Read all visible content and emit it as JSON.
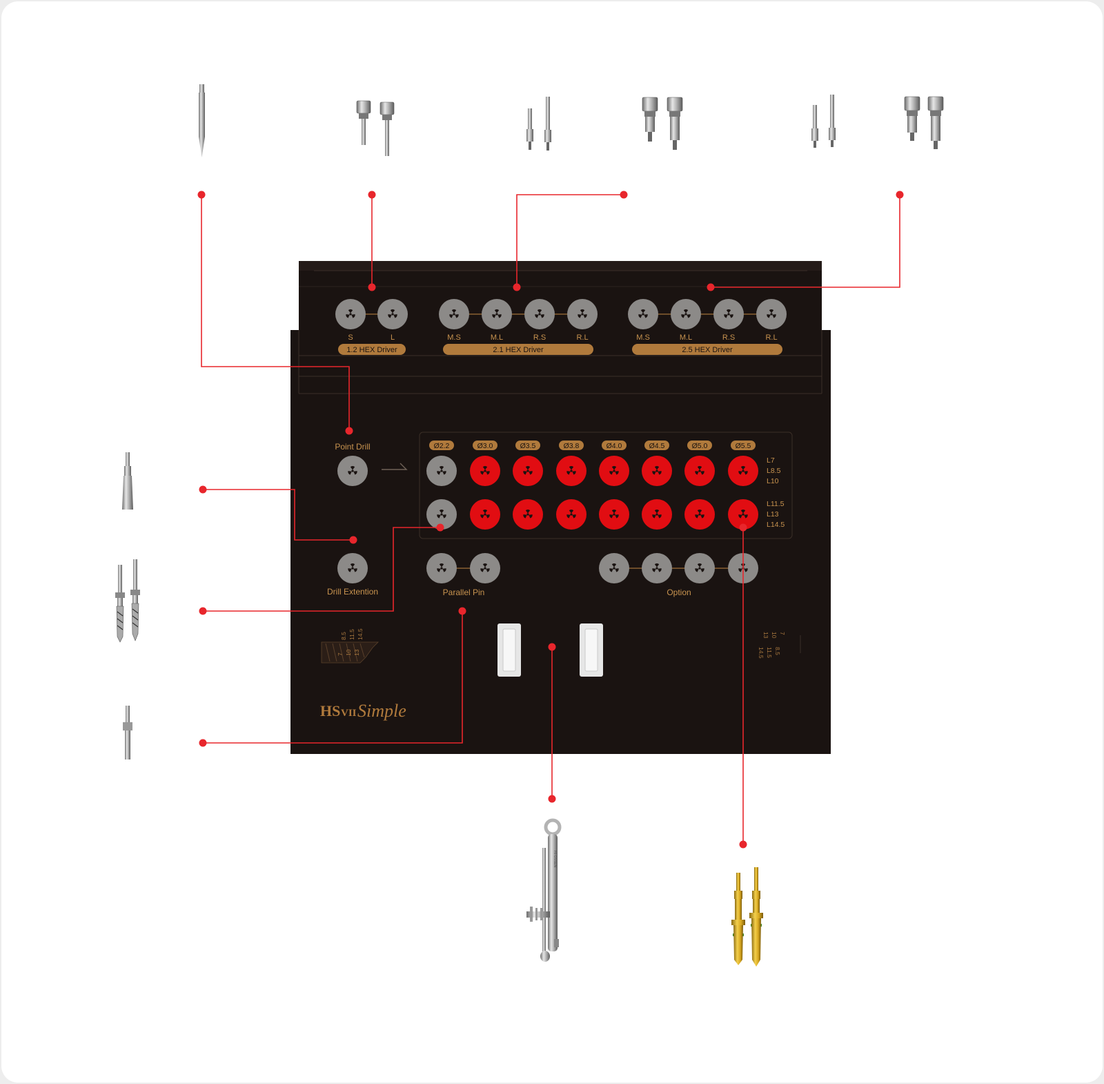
{
  "colors": {
    "tray": "#1a1311",
    "tray_edge": "#2a211d",
    "gold": "#b07a3c",
    "gold_text": "#c8934f",
    "socket_gray": "#8c8a88",
    "socket_red": "#e10d12",
    "callout": "#e8262c",
    "slot_white": "#f2f2f2"
  },
  "driver_groups": [
    {
      "name": "1.2 HEX Driver",
      "slots": [
        "S",
        "L"
      ]
    },
    {
      "name": "2.1 HEX Driver",
      "slots": [
        "M.S",
        "M.L",
        "R.S",
        "R.L"
      ]
    },
    {
      "name": "2.5 HEX Driver",
      "slots": [
        "M.S",
        "M.L",
        "R.S",
        "R.L"
      ]
    }
  ],
  "point_drill": {
    "label": "Point Drill"
  },
  "drill_extension": {
    "label": "Drill Extention"
  },
  "parallel_pin": {
    "label": "Parallel Pin"
  },
  "option": {
    "label": "Option"
  },
  "drill_diameters": [
    "Ø2.2",
    "Ø3.0",
    "Ø3.5",
    "Ø3.8",
    "Ø4.0",
    "Ø4.5",
    "Ø5.0",
    "Ø5.5"
  ],
  "length_labels": {
    "row1": [
      "L7",
      "L8.5",
      "L10"
    ],
    "row2": [
      "L11.5",
      "L13",
      "L14.5"
    ]
  },
  "depth_gauge_left": {
    "top": [
      "8.5",
      "11.5",
      "14.5"
    ],
    "bottom": [
      "7",
      "10",
      "13"
    ]
  },
  "depth_gauge_right": {
    "col1": [
      "7",
      "8.5"
    ],
    "col2": [
      "10",
      "11.5"
    ],
    "col3": [
      "13",
      "14.5"
    ]
  },
  "brand": {
    "model": "HS",
    "roman": "VII",
    "script": "Simple"
  },
  "wrench_engraving": "HI·OSSEN"
}
